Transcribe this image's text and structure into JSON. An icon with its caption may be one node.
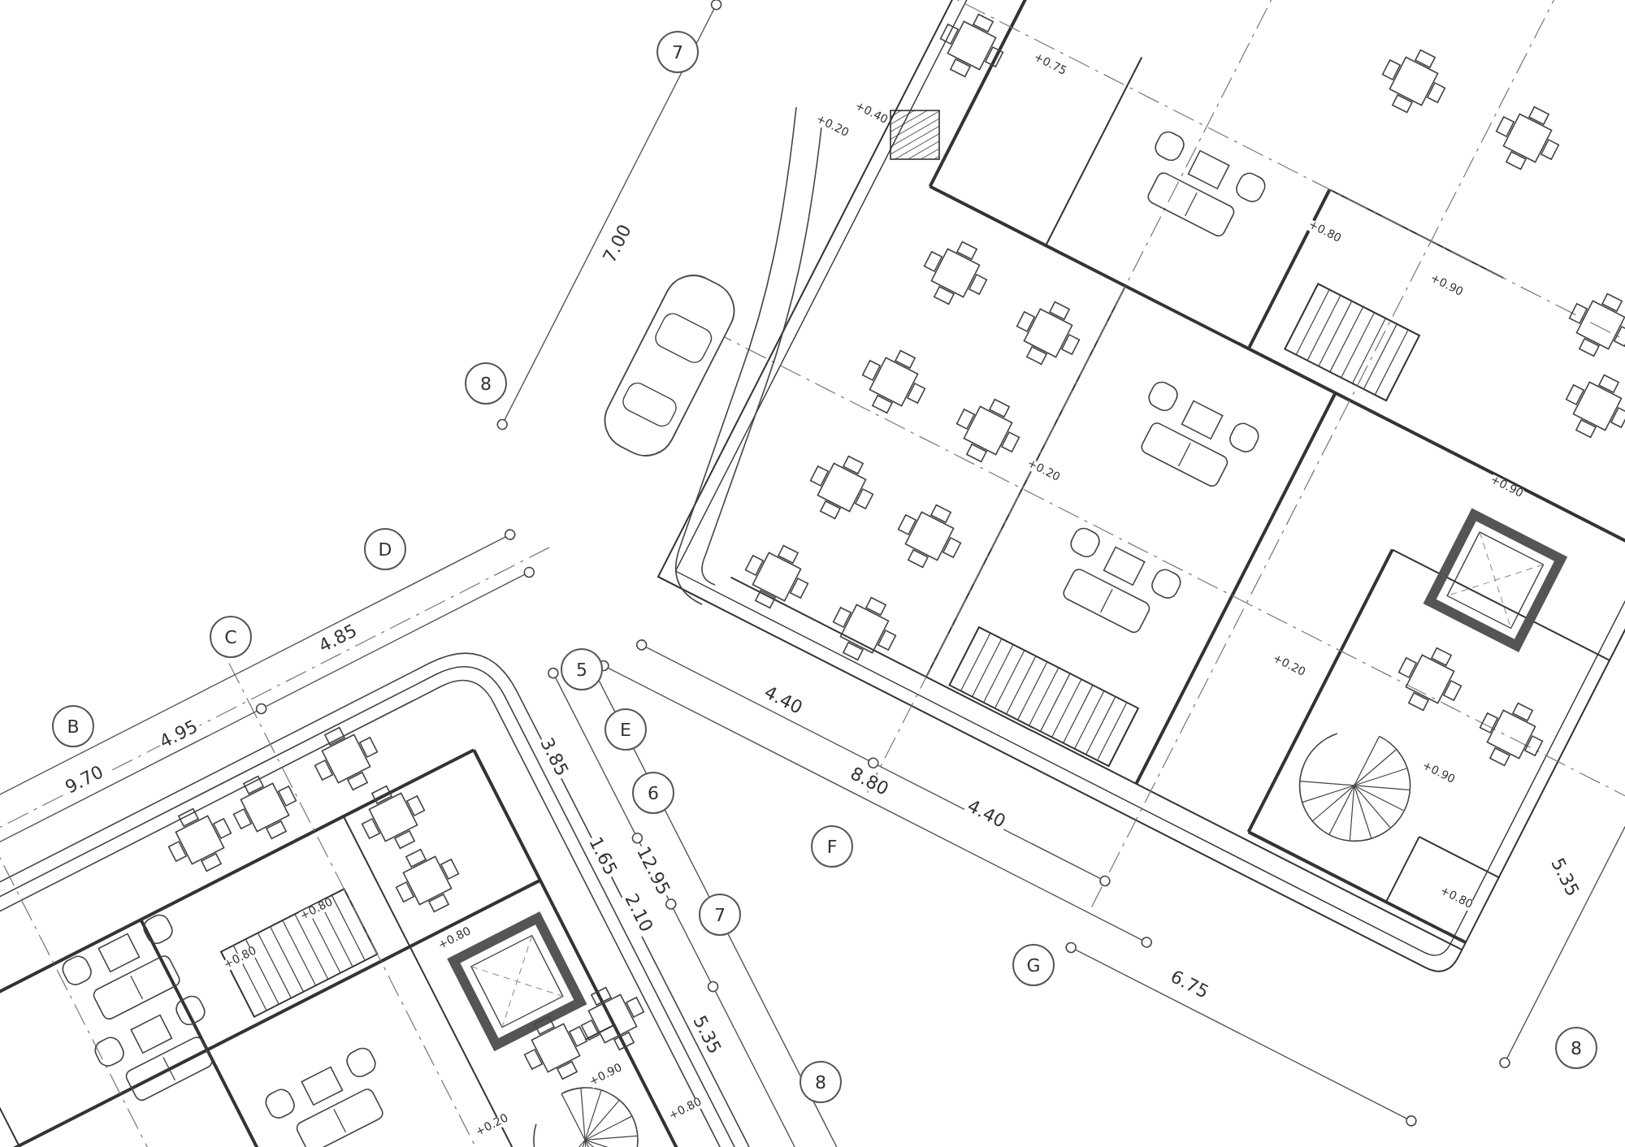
{
  "diagram": {
    "labels": [
      "+0.75",
      "7",
      "+0.40",
      "+0.20",
      "+0.80",
      "7.00",
      "+0.90",
      "8",
      "+0.20",
      "+0.90",
      "D",
      "C",
      "4.85",
      "5",
      "+0.20",
      "4.40",
      "B",
      "E",
      "4.95",
      "3.85",
      "+0.90",
      "9.70",
      "8.80",
      "6",
      "4.40",
      "F",
      "1.65",
      "12.95",
      "5.35",
      "+0.80",
      "+0.80",
      "2.10",
      "7",
      "+0.80",
      "+0.80",
      "G",
      "6.75",
      "5.35",
      "8",
      "+0.90",
      "8",
      "+0.80",
      "+0.20"
    ]
  }
}
